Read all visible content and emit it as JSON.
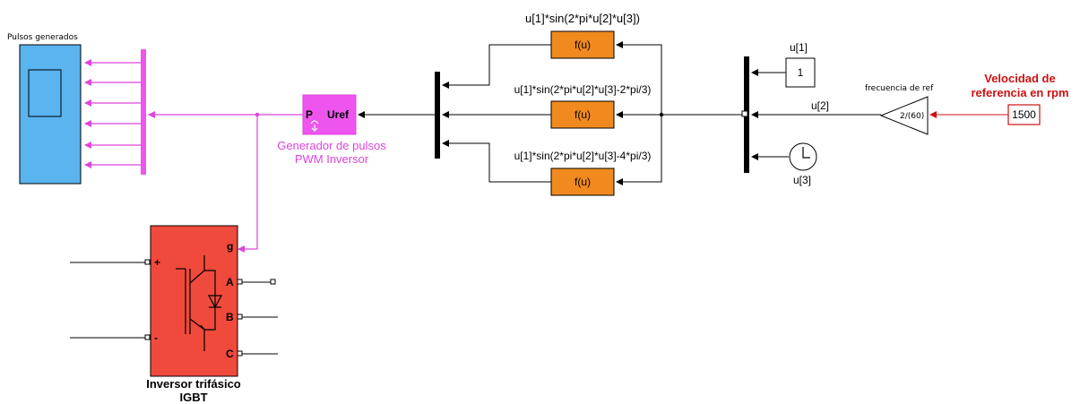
{
  "scope": {
    "title": "Pulsos generados"
  },
  "pwm": {
    "port_p": "P",
    "port_uref": "Uref",
    "caption_line1": "Generador de pulsos",
    "caption_line2": "PWM Inversor"
  },
  "fcn": {
    "block_label": "f(u)",
    "expr1": "u[1]*sin(2*pi*u[2]*u[3])",
    "expr2": "u[1]*sin(2*pi*u[2]*u[3]-2*pi/3)",
    "expr3": "u[1]*sin(2*pi*u[2]*u[3]-4*pi/3)"
  },
  "mux": {
    "in1": "u[1]",
    "in2": "u[2]",
    "in3": "u[3]"
  },
  "constant": {
    "value": "1"
  },
  "gain": {
    "title": "frecuencia de ref",
    "value": "2/(60)"
  },
  "speed": {
    "line1": "Velocidad de",
    "line2": "referencia en rpm",
    "value": "1500"
  },
  "inverter": {
    "port_g": "g",
    "port_plus": "+",
    "port_minus": "-",
    "port_a": "A",
    "port_b": "B",
    "port_c": "C",
    "caption_line1": "Inversor trifásico",
    "caption_line2": "IGBT"
  },
  "colors": {
    "scope": "#5ab4ef",
    "pwm": "#ee55ee",
    "pwm_text": "#dd44dd",
    "fcn": "#f08a1e",
    "inverter": "#f04a3c",
    "speed": "#cc1111"
  }
}
